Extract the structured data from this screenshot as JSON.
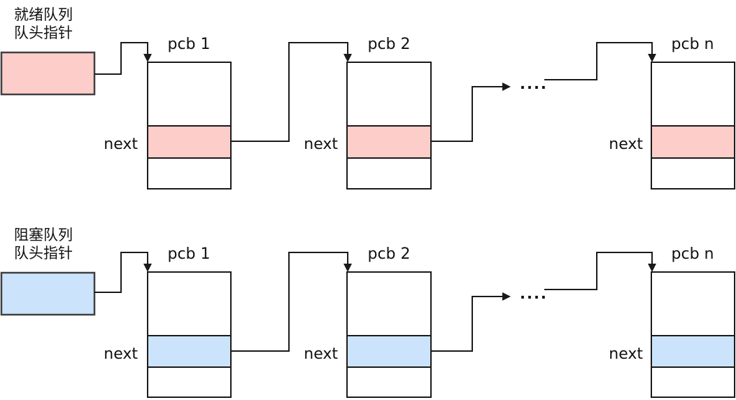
{
  "colors": {
    "ready_fill": "#fdcdca",
    "blocked_fill": "#cbe3fb",
    "stroke": "#1a1a1a"
  },
  "queues": [
    {
      "name": "ready-queue",
      "head_label": [
        "就绪队列",
        "队头指针"
      ],
      "ellipsis": "....",
      "nodes": [
        {
          "label": "pcb 1",
          "next_label": "next"
        },
        {
          "label": "pcb 2",
          "next_label": "next"
        },
        {
          "label": "pcb n",
          "next_label": "next"
        }
      ]
    },
    {
      "name": "blocked-queue",
      "head_label": [
        "阻塞队列",
        "队头指针"
      ],
      "ellipsis": "....",
      "nodes": [
        {
          "label": "pcb 1",
          "next_label": "next"
        },
        {
          "label": "pcb 2",
          "next_label": "next"
        },
        {
          "label": "pcb n",
          "next_label": "next"
        }
      ]
    }
  ]
}
